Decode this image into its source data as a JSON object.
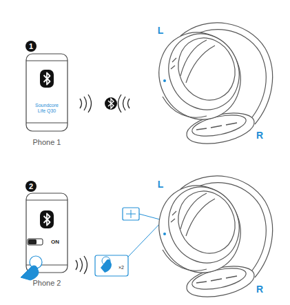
{
  "diagram": {
    "labels": [
      "1",
      "Soundcore Life Q30",
      "Phone 1",
      "L",
      "R",
      "2",
      "ON",
      "×2",
      "Phone 2",
      "L",
      "R"
    ]
  }
}
